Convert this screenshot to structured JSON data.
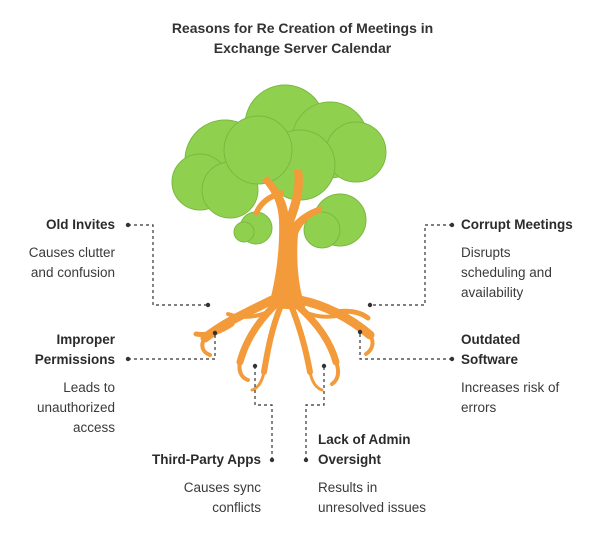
{
  "title": {
    "line1": "Reasons for Re Creation of Meetings in",
    "line2": "Exchange Server Calendar"
  },
  "colors": {
    "foliage": "#8fd14f",
    "foliage_edge": "#7ab83f",
    "trunk": "#f39a3b",
    "connector": "#333333"
  },
  "items": {
    "old_invites": {
      "title": "Old Invites",
      "desc": [
        "Causes clutter",
        "and confusion"
      ]
    },
    "corrupt_meetings": {
      "title": "Corrupt Meetings",
      "desc": [
        "Disrupts",
        "scheduling and",
        "availability"
      ]
    },
    "improper_permissions": {
      "title": [
        "Improper",
        "Permissions"
      ],
      "desc": [
        "Leads to",
        "unauthorized",
        "access"
      ]
    },
    "outdated_software": {
      "title": [
        "Outdated",
        "Software"
      ],
      "desc": [
        "Increases risk of",
        "errors"
      ]
    },
    "third_party": {
      "title": "Third-Party Apps",
      "desc": [
        "Causes sync",
        "conflicts"
      ]
    },
    "admin_oversight": {
      "title": [
        "Lack of Admin",
        "Oversight"
      ],
      "desc": [
        "Results in",
        "unresolved issues"
      ]
    }
  }
}
